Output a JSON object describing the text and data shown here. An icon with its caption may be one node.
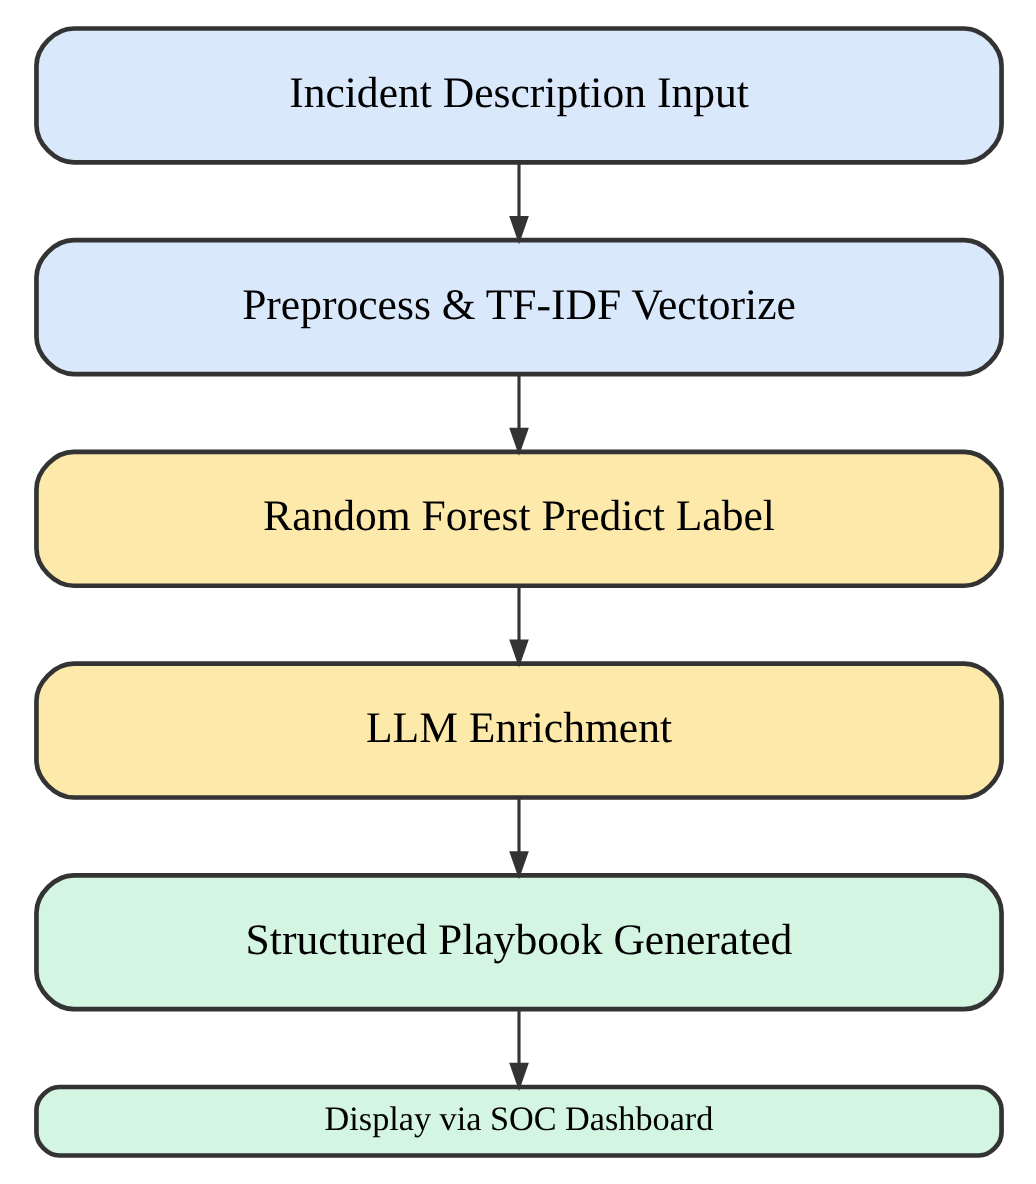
{
  "diagram": {
    "nodes": [
      {
        "text": [
          "Incident Description Input"
        ]
      },
      {
        "text": [
          "Preprocess & TF-IDF Vectorize"
        ]
      },
      {
        "text": [
          "Random Forest Predict Label"
        ]
      },
      {
        "text": [
          "LLM Enrichment"
        ]
      },
      {
        "text": [
          "Structured Playbook Generated"
        ]
      },
      {
        "text": [
          "Display via SOC Dashboard"
        ]
      }
    ],
    "edges": [
      {
        "from": 0,
        "to": 1,
        "arrow": "to"
      },
      {
        "from": 1,
        "to": 2,
        "arrow": "to"
      },
      {
        "from": 2,
        "to": 3,
        "arrow": "to"
      },
      {
        "from": 3,
        "to": 4,
        "arrow": "to"
      },
      {
        "from": 4,
        "to": 5,
        "arrow": "to"
      }
    ]
  }
}
